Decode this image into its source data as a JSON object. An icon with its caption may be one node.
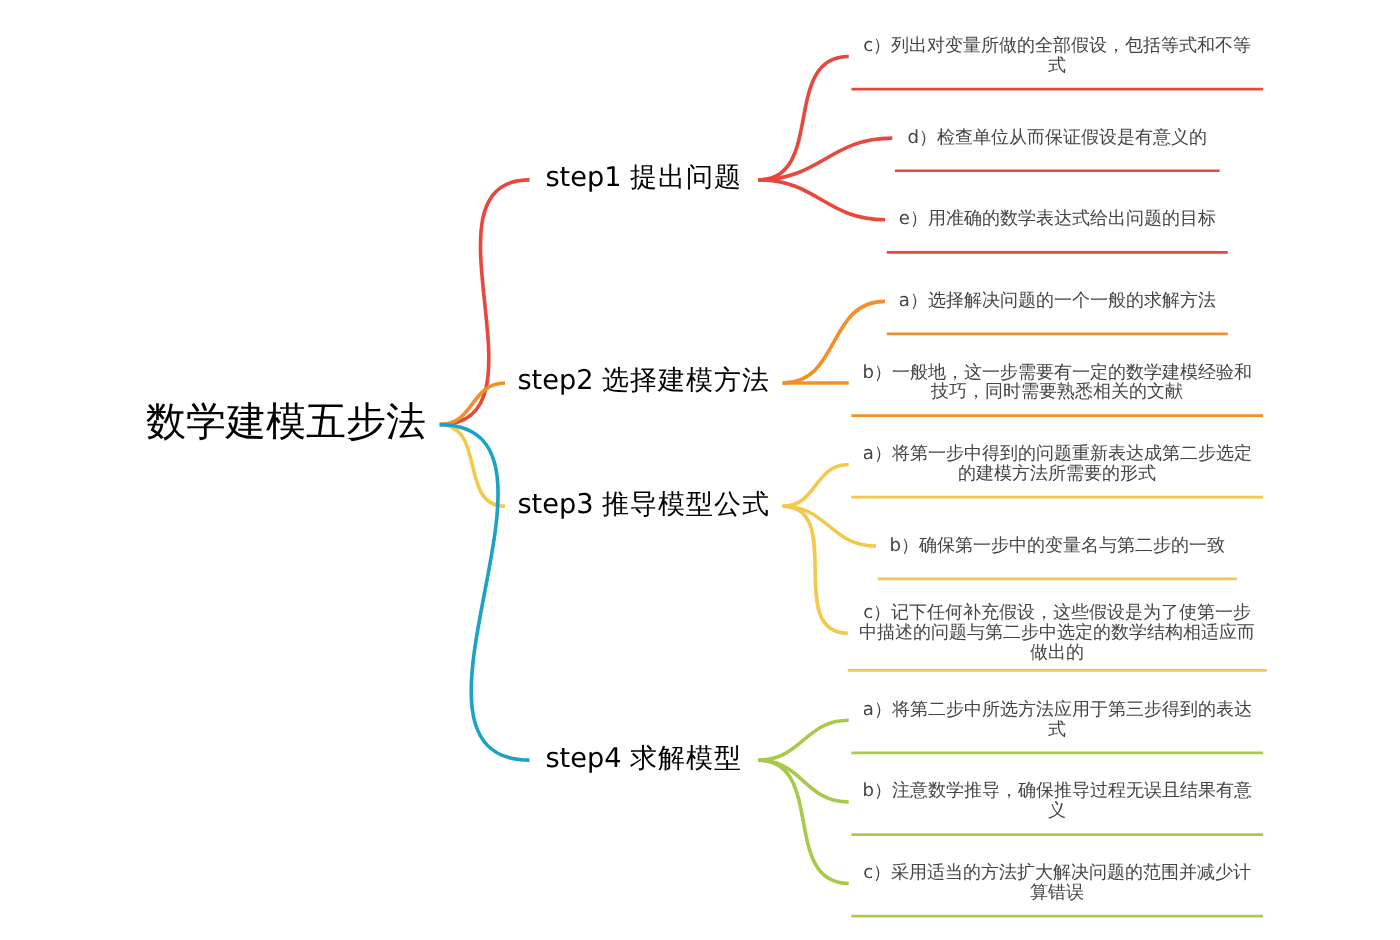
{
  "diagram": {
    "nodes": [
      {
        "text": [
          "数学建模五步法"
        ]
      },
      {
        "text": [
          "step1 提出问题"
        ]
      },
      {
        "text": [
          "c）列出对变量所做的全部假设，包括等式和不等式"
        ]
      },
      {
        "text": [
          "d）检查单位从而保证假设是有意义的"
        ]
      },
      {
        "text": [
          "e）用准确的数学表达式给出问题的目标"
        ]
      },
      {
        "text": [
          "step2 选择建模方法"
        ]
      },
      {
        "text": [
          "a）选择解决问题的一个一般的求解方法"
        ]
      },
      {
        "text": [
          "b）一般地，这一步需要有一定的数学建模经验和技巧，同时需要熟悉相关的文献"
        ]
      },
      {
        "text": [
          "step3 推导模型公式"
        ]
      },
      {
        "text": [
          "a）将第一步中得到的问题重新表达成第二步选定的建模方法所需要的形式"
        ]
      },
      {
        "text": [
          "b）确保第一步中的变量名与第二步的一致"
        ]
      },
      {
        "text": [
          "c）记下任何补充假设，这些假设是为了使第一步中描述的问题与第二步中选定的数学结构相适应而做出的"
        ]
      },
      {
        "text": [
          "step4 求解模型"
        ]
      },
      {
        "text": [
          "a）将第二步中所选方法应用于第三步得到的表达式"
        ]
      },
      {
        "text": [
          "b）注意数学推导，确保推导过程无误且结果有意义"
        ]
      },
      {
        "text": [
          "c）采用适当的方法扩大解决问题的范围并减少计算错误"
        ]
      }
    ],
    "edges": [
      {
        "from": 0,
        "to": 1,
        "arrow": "none",
        "color": "#e8473c"
      },
      {
        "from": 1,
        "to": 2,
        "arrow": "none",
        "color": "#e8473c"
      },
      {
        "from": 1,
        "to": 3,
        "arrow": "none",
        "color": "#e8473c"
      },
      {
        "from": 1,
        "to": 4,
        "arrow": "none",
        "color": "#e8473c"
      },
      {
        "from": 0,
        "to": 5,
        "arrow": "none",
        "color": "#f0902a"
      },
      {
        "from": 5,
        "to": 6,
        "arrow": "none",
        "color": "#f0902a"
      },
      {
        "from": 5,
        "to": 7,
        "arrow": "none",
        "color": "#f0902a"
      },
      {
        "from": 0,
        "to": 8,
        "arrow": "none",
        "color": "#f2c94c"
      },
      {
        "from": 8,
        "to": 9,
        "arrow": "none",
        "color": "#f2c94c"
      },
      {
        "from": 8,
        "to": 10,
        "arrow": "none",
        "color": "#f2c94c"
      },
      {
        "from": 8,
        "to": 11,
        "arrow": "none",
        "color": "#f2c94c"
      },
      {
        "from": 0,
        "to": 12,
        "arrow": "none",
        "color": "#1ba3c6"
      },
      {
        "from": 12,
        "to": 13,
        "arrow": "none",
        "color": "#a8c94a"
      },
      {
        "from": 12,
        "to": 14,
        "arrow": "none",
        "color": "#a8c94a"
      },
      {
        "from": 12,
        "to": 15,
        "arrow": "none",
        "color": "#a8c94a"
      }
    ]
  }
}
